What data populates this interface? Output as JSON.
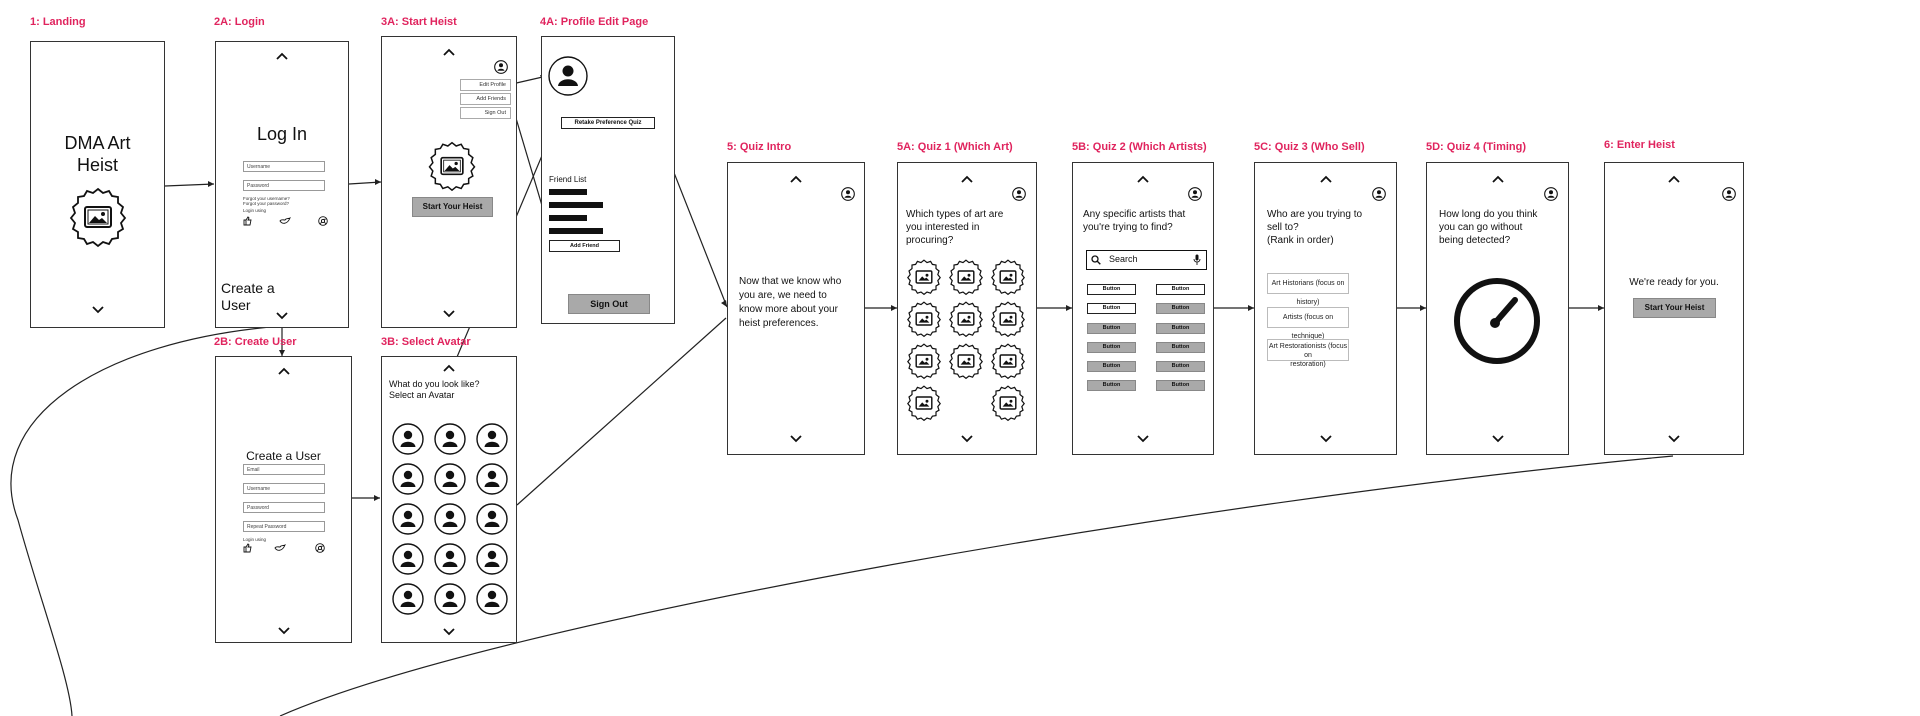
{
  "screens": {
    "landing": {
      "title": "1: Landing",
      "heading_line1": "DMA Art",
      "heading_line2": "Heist"
    },
    "login": {
      "title": "2A: Login",
      "heading": "Log In",
      "username_placeholder": "Username",
      "password_placeholder": "Password",
      "forgot_username": "Forgot your username?",
      "forgot_password": "Forgot your password?",
      "login_using": "Login using",
      "create_user_line1": "Create a",
      "create_user_line2": "User"
    },
    "start_heist": {
      "title": "3A: Start Heist",
      "menu": [
        "Edit Profile",
        "Add Friends",
        "Sign Out"
      ],
      "start_button": "Start Your Heist"
    },
    "profile_edit": {
      "title": "4A: Profile Edit Page",
      "retake_button": "Retake Preference Quiz",
      "friend_list_label": "Friend List",
      "add_friend_button": "Add Friend",
      "sign_out_button": "Sign Out"
    },
    "create_user": {
      "title": "2B: Create User",
      "heading": "Create a User",
      "fields": [
        "Email",
        "Username",
        "Password",
        "Repeat Password"
      ],
      "login_using": "Login using"
    },
    "select_avatar": {
      "title": "3B: Select Avatar",
      "prompt_line1": "What do you look like?",
      "prompt_line2": "Select an Avatar"
    },
    "quiz_intro": {
      "title": "5: Quiz Intro",
      "body": [
        "Now that we know who",
        "you are, we need to",
        "know more about your",
        "heist preferences."
      ]
    },
    "quiz1": {
      "title": "5A: Quiz 1 (Which Art)",
      "question": [
        "Which types of art are",
        "you interested in",
        "procuring?"
      ]
    },
    "quiz2": {
      "title": "5B: Quiz 2 (Which Artists)",
      "question": [
        "Any specific artists that",
        "you're trying to find?"
      ],
      "search_placeholder": "Search",
      "button_label": "Button"
    },
    "quiz3": {
      "title": "5C: Quiz 3 (Who Sell)",
      "question": [
        "Who are you trying to",
        "sell to?",
        "(Rank in order)"
      ],
      "options": [
        "Art Historians (focus on history)",
        "Artists (focus on technique)",
        "Art Restorationists (focus on",
        "restoration)"
      ]
    },
    "quiz4": {
      "title": "5D: Quiz 4 (Timing)",
      "question": [
        "How long do you think",
        "you can go without",
        "being detected?"
      ]
    },
    "enter_heist": {
      "title": "6: Enter Heist",
      "message": "We're ready for you.",
      "start_button": "Start Your Heist"
    }
  },
  "colors": {
    "title": "#e0245e",
    "frame": "#333333",
    "button_fill": "#a9a9a9",
    "bar": "#111111"
  }
}
